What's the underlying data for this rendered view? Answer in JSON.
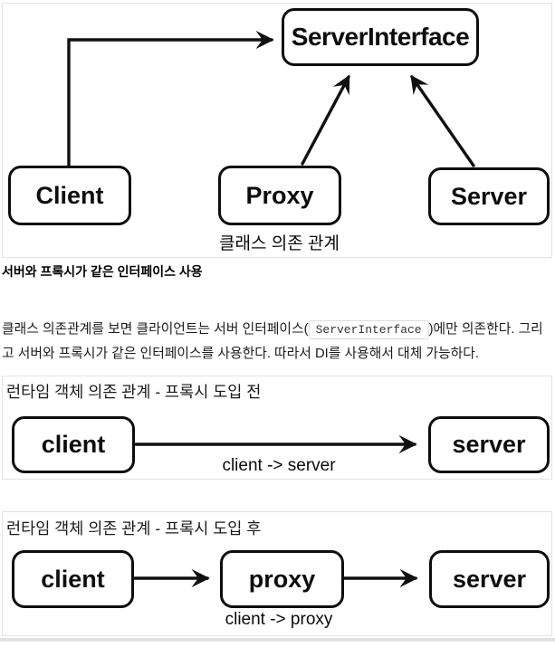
{
  "class_diagram": {
    "caption": "클래스 의존 관계",
    "nodes": {
      "server_interface": "ServerInterface",
      "client": "Client",
      "proxy": "Proxy",
      "server": "Server"
    }
  },
  "section": {
    "heading": "서버와 프록시가 같은 인터페이스 사용",
    "paragraph": {
      "before_code": "클래스 의존관계를 보면 클라이언트는 서버 인터페이스(",
      "code": "ServerInterface",
      "after_code": ")에만 의존한다. 그리고 서버와 프록시가 같은 인터페이스를 사용한다. 따라서 DI를 사용해서 대체 가능하다."
    }
  },
  "runtime_before": {
    "title": "런타임 객체 의존 관계 - 프록시 도입 전",
    "nodes": {
      "client": "client",
      "server": "server"
    },
    "arrow_label": "client -> server"
  },
  "runtime_after": {
    "title": "런타임 객체 의존 관계 - 프록시 도입 후",
    "nodes": {
      "client": "client",
      "proxy": "proxy",
      "server": "server"
    },
    "arrow_label": "client -> proxy"
  }
}
